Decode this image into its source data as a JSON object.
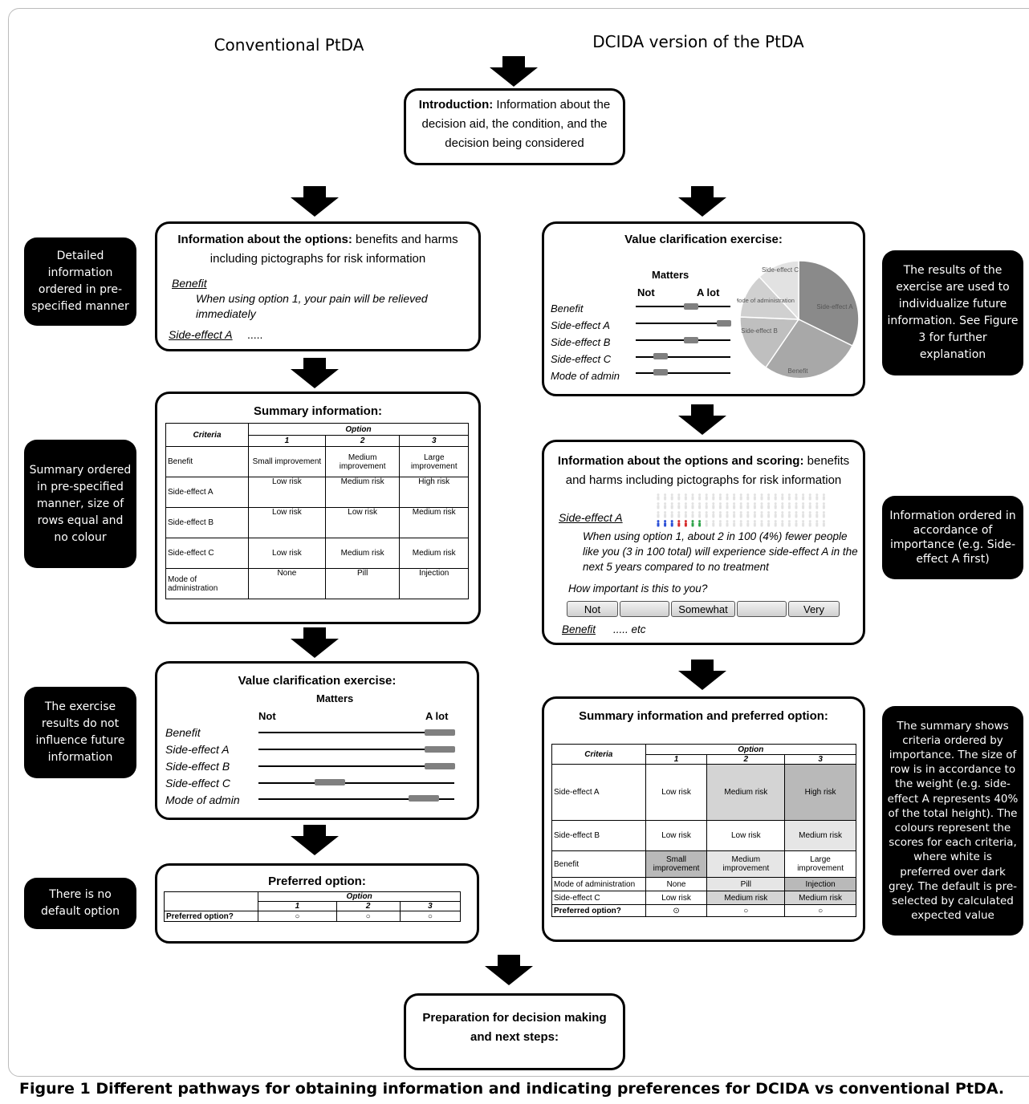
{
  "titles": {
    "left": "Conventional PtDA",
    "right": "DCIDA version of the PtDA"
  },
  "intro": {
    "bold": "Introduction:",
    "text": " Information about the decision aid, the condition, and the decision being considered"
  },
  "left": {
    "options_box": {
      "bold": "Information about the options:",
      "text": " benefits and harms including pictographs for risk information",
      "benefit_label": "Benefit",
      "benefit_text": "When using option 1, your pain will be relieved immediately",
      "side_label": "Side-effect A",
      "side_dots": "....."
    },
    "summary": {
      "title": "Summary information:",
      "criteria_header": "Criteria",
      "option_header": "Option",
      "option_numbers": [
        "1",
        "2",
        "3"
      ],
      "rows": [
        {
          "label": "Benefit",
          "cells": [
            "Small improvement",
            "Medium improvement",
            "Large improvement"
          ]
        },
        {
          "label": "Side-effect A",
          "cells": [
            "Low risk",
            "Medium risk",
            "High risk"
          ]
        },
        {
          "label": "Side-effect B",
          "cells": [
            "Low risk",
            "Low risk",
            "Medium risk"
          ]
        },
        {
          "label": "Side-effect C",
          "cells": [
            "Low risk",
            "Medium risk",
            "Medium risk"
          ]
        },
        {
          "label": "Mode of administration",
          "cells": [
            "None",
            "Pill",
            "Injection"
          ]
        }
      ]
    },
    "values": {
      "title": "Value clarification exercise:",
      "matters": "Matters",
      "not": "Not",
      "alot": "A lot",
      "criteria": [
        "Benefit",
        "Side-effect A",
        "Side-effect B",
        "Side-effect C",
        "Mode of admin"
      ]
    },
    "preferred": {
      "title": "Preferred option:",
      "option_header": "Option",
      "option_numbers": [
        "1",
        "2",
        "3"
      ],
      "row_label": "Preferred option?",
      "marks": [
        "○",
        "○",
        "○"
      ]
    },
    "notes": [
      "Detailed information ordered in pre-specified manner",
      "Summary ordered in pre-specified manner, size of rows equal and no colour",
      "The exercise results do not influence future information",
      "There is no default option"
    ]
  },
  "right": {
    "values": {
      "title": "Value clarification exercise:",
      "matters": "Matters",
      "not": "Not",
      "alot": "A lot",
      "criteria": [
        "Benefit",
        "Side-effect A",
        "Side-effect B",
        "Side-effect C",
        "Mode of admin"
      ],
      "pie_labels": [
        "Side-effect A",
        "Benefit",
        "Side-effect B",
        "Mode of administration",
        "Side-effect C"
      ]
    },
    "options_box": {
      "bold": "Information about the options and scoring:",
      "text": " benefits and harms including pictographs for risk information",
      "side_label": "Side-effect A",
      "side_text": "When using option 1, about 2 in 100 (4%) fewer people like you (3 in 100 total) will experience side-effect A in the next 5 years compared to no treatment",
      "question": "How important is this to you?",
      "scale": [
        "Not",
        "",
        "Somewhat",
        "",
        "Very"
      ],
      "benefit_label": "Benefit",
      "benefit_etc": "..... etc"
    },
    "summary": {
      "title": "Summary information and preferred option:",
      "criteria_header": "Criteria",
      "option_header": "Option",
      "option_numbers": [
        "1",
        "2",
        "3"
      ],
      "rows": [
        {
          "label": "Side-effect A",
          "cells": [
            "Low risk",
            "Medium risk",
            "High risk"
          ]
        },
        {
          "label": "Side-effect B",
          "cells": [
            "Low risk",
            "Low risk",
            "Medium risk"
          ]
        },
        {
          "label": "Benefit",
          "cells": [
            "Small improvement",
            "Medium improvement",
            "Large improvement"
          ]
        },
        {
          "label": "Mode of administration",
          "cells": [
            "None",
            "Pill",
            "Injection"
          ]
        },
        {
          "label": "Side-effect C",
          "cells": [
            "Low risk",
            "Medium risk",
            "Medium risk"
          ]
        }
      ],
      "pref_label": "Preferred option?",
      "pref_marks": [
        "⊙",
        "○",
        "○"
      ]
    },
    "notes": [
      "The results of the exercise are used to individualize future information.  See Figure 3 for further explanation",
      "Information ordered in accordance of importance (e.g. Side-effect A first)",
      "The summary shows criteria ordered by importance. The size of row is in accordance to the weight (e.g. side-effect A represents 40% of the total height). The colours represent the scores for each criteria, where white is preferred over dark grey. The default is pre-selected by calculated expected value"
    ]
  },
  "final": {
    "text": "Preparation for decision making and next steps:"
  },
  "caption": {
    "bold": "Figure 1",
    "text": " Different pathways for obtaining information and indicating preferences for DCIDA vs conventional PtDA."
  }
}
